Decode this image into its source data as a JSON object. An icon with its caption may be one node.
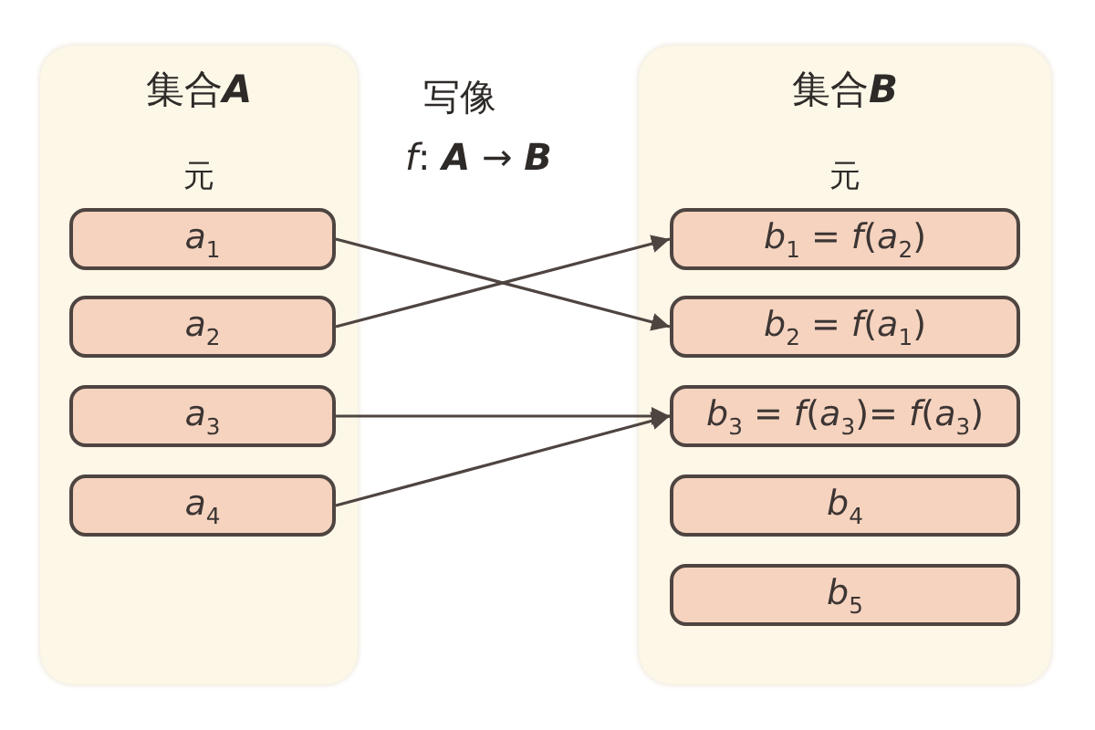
{
  "diagram": {
    "nodes": [
      {
        "text": [
          "集合**A**",
          "元"
        ]
      },
      {
        "text": [
          "*a*$_{1}$"
        ],
        "in": 0
      },
      {
        "text": [
          "*a*$_{2}$"
        ],
        "in": 0
      },
      {
        "text": [
          "*a*$_{3}$"
        ],
        "in": 0
      },
      {
        "text": [
          "*a*$_{4}$"
        ],
        "in": 0
      },
      {
        "text": [
          "集合**B**",
          "元"
        ]
      },
      {
        "text": [
          "*b*$_{1}$ = *f*(*a*$_{2}$)"
        ],
        "in": 5
      },
      {
        "text": [
          "*b*$_{2}$ = *f*(*a*$_{1}$)"
        ],
        "in": 5
      },
      {
        "text": [
          "*b*$_{3}$ = *f*(*a*$_{3}$)= *f*(*a*$_{3}$)"
        ],
        "in": 5
      },
      {
        "text": [
          "*b*$_{4}$"
        ],
        "in": 5
      },
      {
        "text": [
          "*b*$_{5}$"
        ],
        "in": 5
      }
    ],
    "edges": [
      {
        "from": 1,
        "to": 7,
        "arrow": "to"
      },
      {
        "from": 2,
        "to": 6,
        "arrow": "to"
      },
      {
        "from": 3,
        "to": 8,
        "arrow": "to"
      },
      {
        "from": 4,
        "to": 8,
        "arrow": "to"
      }
    ],
    "labels": [
      "写像",
      "*f*: **A** → **B**"
    ]
  }
}
